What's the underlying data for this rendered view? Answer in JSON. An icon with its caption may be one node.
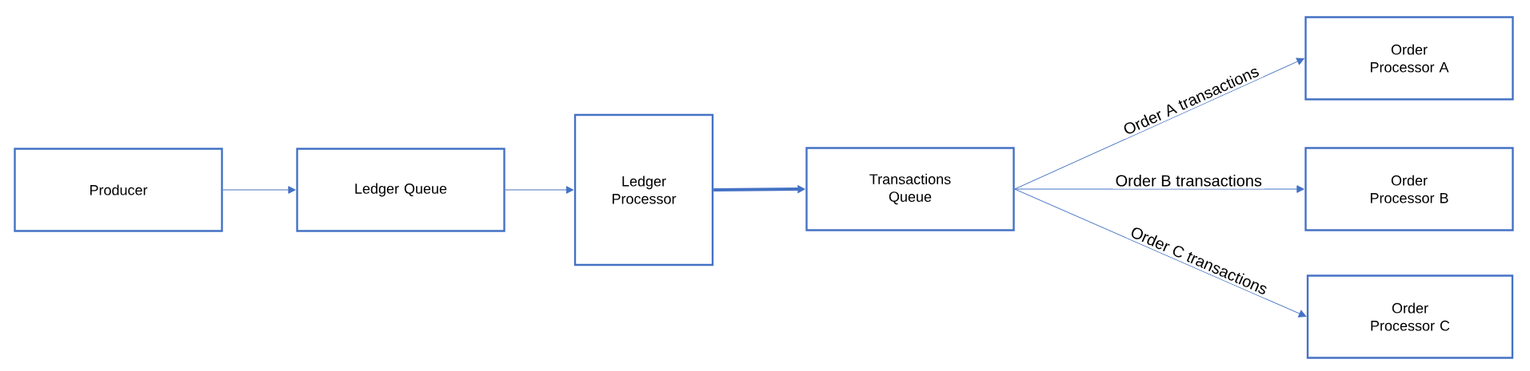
{
  "diagram": {
    "nodes": [
      {
        "text": [
          "Producer"
        ]
      },
      {
        "text": [
          "Ledger Queue"
        ]
      },
      {
        "text": [
          "Ledger Processor"
        ]
      },
      {
        "text": [
          "Transactions Queue"
        ]
      },
      {
        "text": [
          "Order Processor A"
        ]
      },
      {
        "text": [
          "Order Processor B"
        ]
      },
      {
        "text": [
          "Order Processor C"
        ]
      }
    ],
    "edges": [
      {
        "from": 0,
        "to": 1,
        "arrow": "to"
      },
      {
        "from": 1,
        "to": 2,
        "arrow": "to"
      },
      {
        "from": 2,
        "to": 3,
        "arrow": "to",
        "style": "thick"
      },
      {
        "from": 3,
        "to": 4,
        "arrow": "to",
        "label": "Order A transactions"
      },
      {
        "from": 3,
        "to": 5,
        "arrow": "to",
        "label": "Order B transactions"
      },
      {
        "from": 3,
        "to": 6,
        "arrow": "to",
        "label": "Order C transactions"
      }
    ]
  }
}
